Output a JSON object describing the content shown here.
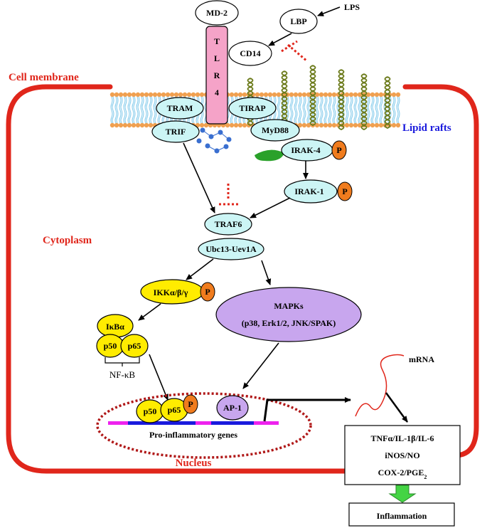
{
  "labels": {
    "lps": "LPS",
    "lbp": "LBP",
    "md2": "MD-2",
    "tlr4": [
      "T",
      "L",
      "R",
      "4"
    ],
    "cd14": "CD14",
    "cell_membrane": "Cell membrane",
    "lipid_rafts": "Lipid rafts",
    "tram": "TRAM",
    "trif": "TRIF",
    "tirap": "TIRAP",
    "myd88": "MyD88",
    "irak4": "IRAK-4",
    "irak1": "IRAK-1",
    "traf6": "TRAF6",
    "ubc13": "Ubc13-Uev1A",
    "cytoplasm": "Cytoplasm",
    "ikk": "IKKα/β/γ",
    "mapks": "MAPKs",
    "mapks_sub": "(p38, Erk1/2, JNK/SPAK)",
    "ikba": "IκBα",
    "p50": "p50",
    "p65": "p65",
    "p": "P",
    "nfkb": "NF-κB",
    "ap1": "AP-1",
    "pro_inflammatory_genes": "Pro-inflammatory genes",
    "nucleus": "Nucleus",
    "mrna": "mRNA",
    "outputs": {
      "line1": "TNFα/IL-1β/IL-6",
      "line2": "iNOS/NO",
      "line3": "COX-2/PGE",
      "line3_sub": "2"
    },
    "inflammation": "Inflammation"
  },
  "colors": {
    "membrane_red": "#e0261b",
    "cyan_node": "#ccf5f5",
    "tlr4_pink": "#f5a3c8",
    "phospho_orange": "#f07c1e",
    "ikk_yellow": "#ffec00",
    "mapk_purple": "#c8a6ee",
    "arrow_green": "#44d444",
    "lipid_blue": "#7ec8ea",
    "lipid_head_orange": "#f0a050",
    "helix_olive": "#6b7a1a",
    "dna_blue": "#1a1add",
    "dna_magenta": "#ee22ee"
  }
}
